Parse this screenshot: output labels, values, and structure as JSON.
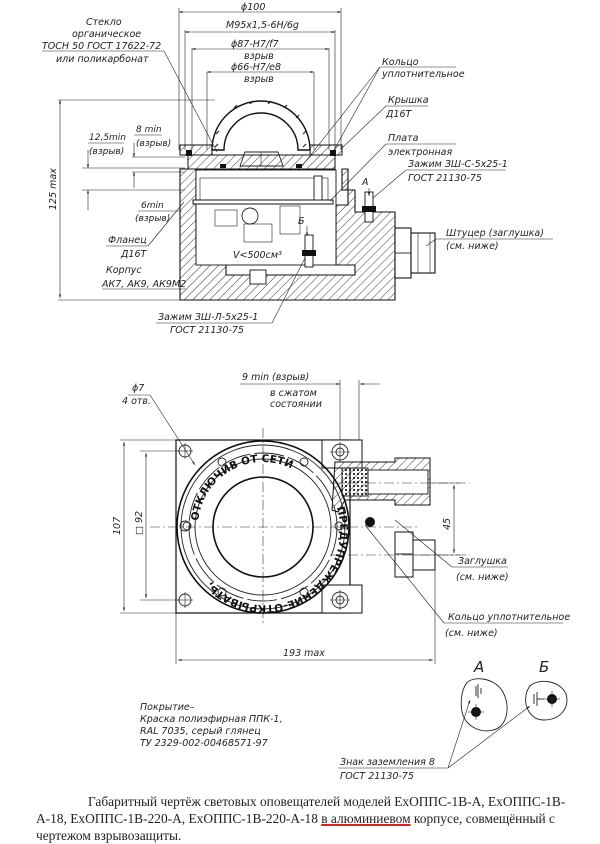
{
  "drawing": {
    "top_view": {
      "dimensions": {
        "d100": "ϕ100",
        "thread": "M95x1,5-6H/6g",
        "d87": "ϕ87-H7/f7",
        "d87_note": "взрыв",
        "d66": "ϕ66-H7/e8",
        "d66_note": "взрыв",
        "height": "125 max",
        "gap_12_5": "12,5min",
        "gap_12_5_note": "(взрыв)",
        "gap_8": "8 min",
        "gap_8_note": "(взрыв)",
        "gap_6": "6min",
        "gap_6_note": "(взрыв)",
        "volume": "V<500см³"
      },
      "callouts": {
        "glass": [
          "Стекло",
          "органическое",
          "ТОСН 50 ГОСТ 17622-72",
          "или поликарбонат"
        ],
        "ring": [
          "Кольцо",
          "уплотнительное"
        ],
        "cover": [
          "Крышка",
          "Д16Т"
        ],
        "board": [
          "Плата",
          "электронная"
        ],
        "clamp_c": [
          "Зажим ЗШ-С-5x25-1",
          "ГОСТ 21130-75"
        ],
        "flange": [
          "Фланец",
          "Д16Т"
        ],
        "body": [
          "Корпус",
          "АК7, АК9, АК9М2"
        ],
        "fitting": [
          "Штуцер (заглушка)",
          "(см. ниже)"
        ],
        "clamp_l": [
          "Зажим ЗШ-Л-5x25-1",
          "ГОСТ 21130-75"
        ]
      },
      "view_marks": {
        "a": "А",
        "b": "Б"
      }
    },
    "plan_view": {
      "dimensions": {
        "hole": "ϕ7",
        "hole_count": "4 отв.",
        "gap_9": "9 min (взрыв)",
        "gap_9_note": [
          "в сжатом",
          "состоянии"
        ],
        "width_107": "107",
        "square_92": "□ 92",
        "offset_45": "45",
        "length": "193 max"
      },
      "ring_text_top": "ОТКЛЮЧИВ ОТ СЕТИ",
      "ring_text_bottom": "ПРЕДУПРЕЖДЕНИЕ-ОТКРЫВАТЬ,",
      "callouts": {
        "plug": [
          "Заглушка",
          "(см. ниже)"
        ],
        "ring": [
          "Кольцо уплотнительное",
          "(см. ниже)"
        ]
      }
    },
    "notes": {
      "coating": [
        "Покрытие–",
        "Краска полиэфирная ППК-1,",
        "RAL 7035, серый глянец",
        "ТУ 2329-002-00468571-97"
      ],
      "ground_sign": [
        "Знак заземления 8",
        "ГОСТ 21130-75"
      ],
      "view_a": "А",
      "view_b": "Б"
    }
  },
  "caption": {
    "part1": "Габаритный чертёж световых оповещателей моделей ExОППС-1В-А, ExОППС-1В-А-18, ExОППС-1В-220-А, ExОППС-1В-220-А-18 ",
    "highlight": "в алюминиевом",
    "part2": " корпусе, совмещённый с чертежом взрывозащиты.",
    "highlight_color": "#dd2222"
  }
}
